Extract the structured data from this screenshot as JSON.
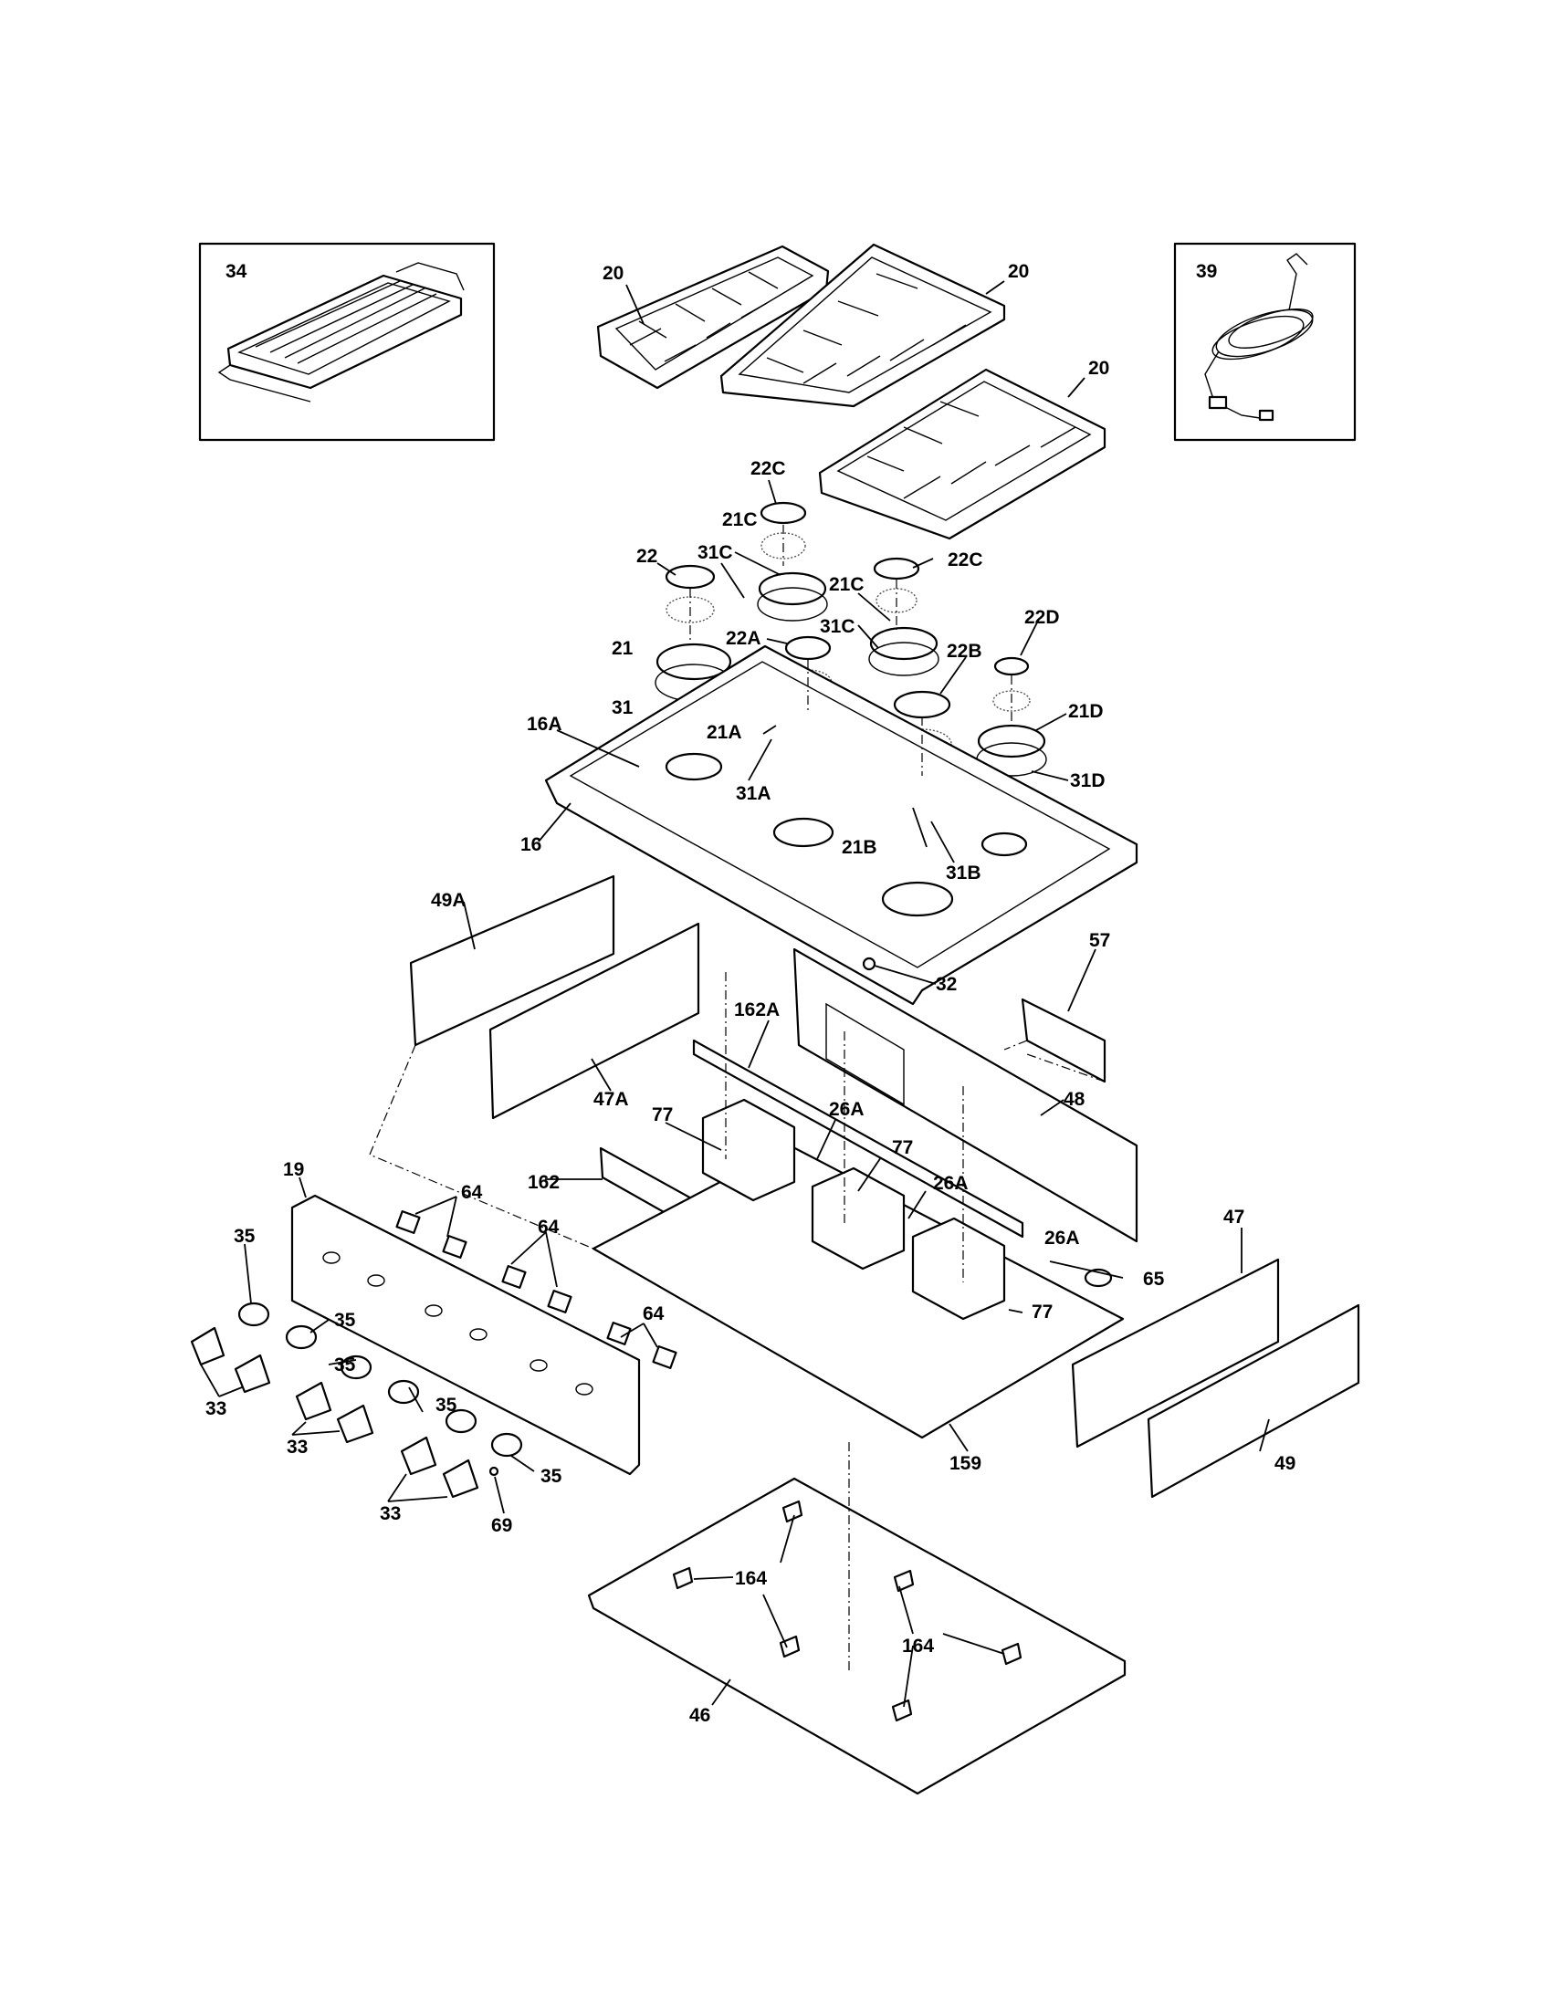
{
  "labels": {
    "l34": "34",
    "l39": "39",
    "l20a": "20",
    "l20b": "20",
    "l20c": "20",
    "l22C_top": "22C",
    "l22C_right": "22C",
    "l22": "22",
    "l21C_left": "21C",
    "l21C_right": "21C",
    "l31C_left": "31C",
    "l31C_right": "31C",
    "l22A": "22A",
    "l22B": "22B",
    "l22D": "22D",
    "l21": "21",
    "l31": "31",
    "l21A": "21A",
    "l31A": "31A",
    "l21D": "21D",
    "l31D": "31D",
    "l21B": "21B",
    "l31B": "31B",
    "l16A": "16A",
    "l16": "16",
    "l49A": "49A",
    "l57": "57",
    "l32": "32",
    "l162A": "162A",
    "l47A": "47A",
    "l48": "48",
    "l77a": "77",
    "l26Aa": "26A",
    "l77b": "77",
    "l26Ab": "26A",
    "l19": "19",
    "l162": "162",
    "l64a": "64",
    "l64b": "64",
    "l64c": "64",
    "l35a": "35",
    "l35b": "35",
    "l35c": "35",
    "l35d": "35",
    "l35e": "35",
    "l33a": "33",
    "l33b": "33",
    "l33c": "33",
    "l69": "69",
    "l26Ac": "26A",
    "l65": "65",
    "l77c": "77",
    "l47": "47",
    "l159": "159",
    "l49": "49",
    "l164a": "164",
    "l164b": "164",
    "l46": "46"
  }
}
